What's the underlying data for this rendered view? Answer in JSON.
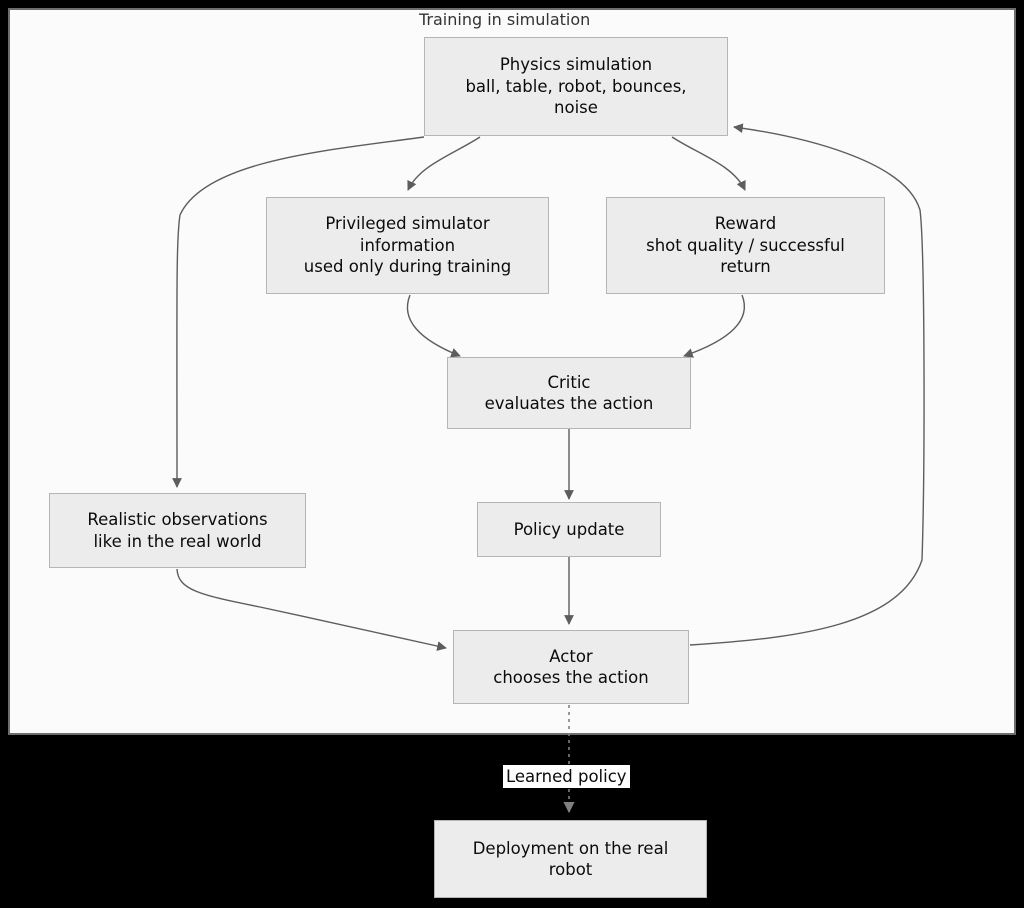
{
  "diagram": {
    "title": "Training in simulation flowchart",
    "background_color": "#000000",
    "subgraph": {
      "label": "Training in simulation",
      "fill": "#fbfbfb",
      "border": "#6d6d6d"
    },
    "node_fill": "#ececec",
    "node_border": "#b5b5b5",
    "edge_color": "#5d5d5d",
    "nodes": [
      {
        "id": "physics",
        "label": "Physics simulation\nball, table, robot, bounces,\nnoise"
      },
      {
        "id": "privileged",
        "label": "Privileged simulator\ninformation\nused only during training"
      },
      {
        "id": "reward",
        "label": "Reward\nshot quality / successful\nreturn"
      },
      {
        "id": "critic",
        "label": "Critic\nevaluates the action"
      },
      {
        "id": "observations",
        "label": "Realistic observations\nlike in the real world"
      },
      {
        "id": "policy_update",
        "label": "Policy update"
      },
      {
        "id": "actor",
        "label": "Actor\nchooses the action"
      },
      {
        "id": "deployment",
        "label": "Deployment on the real\nrobot"
      }
    ],
    "edge_labels": [
      {
        "id": "learned_policy",
        "label": "Learned policy"
      }
    ]
  }
}
